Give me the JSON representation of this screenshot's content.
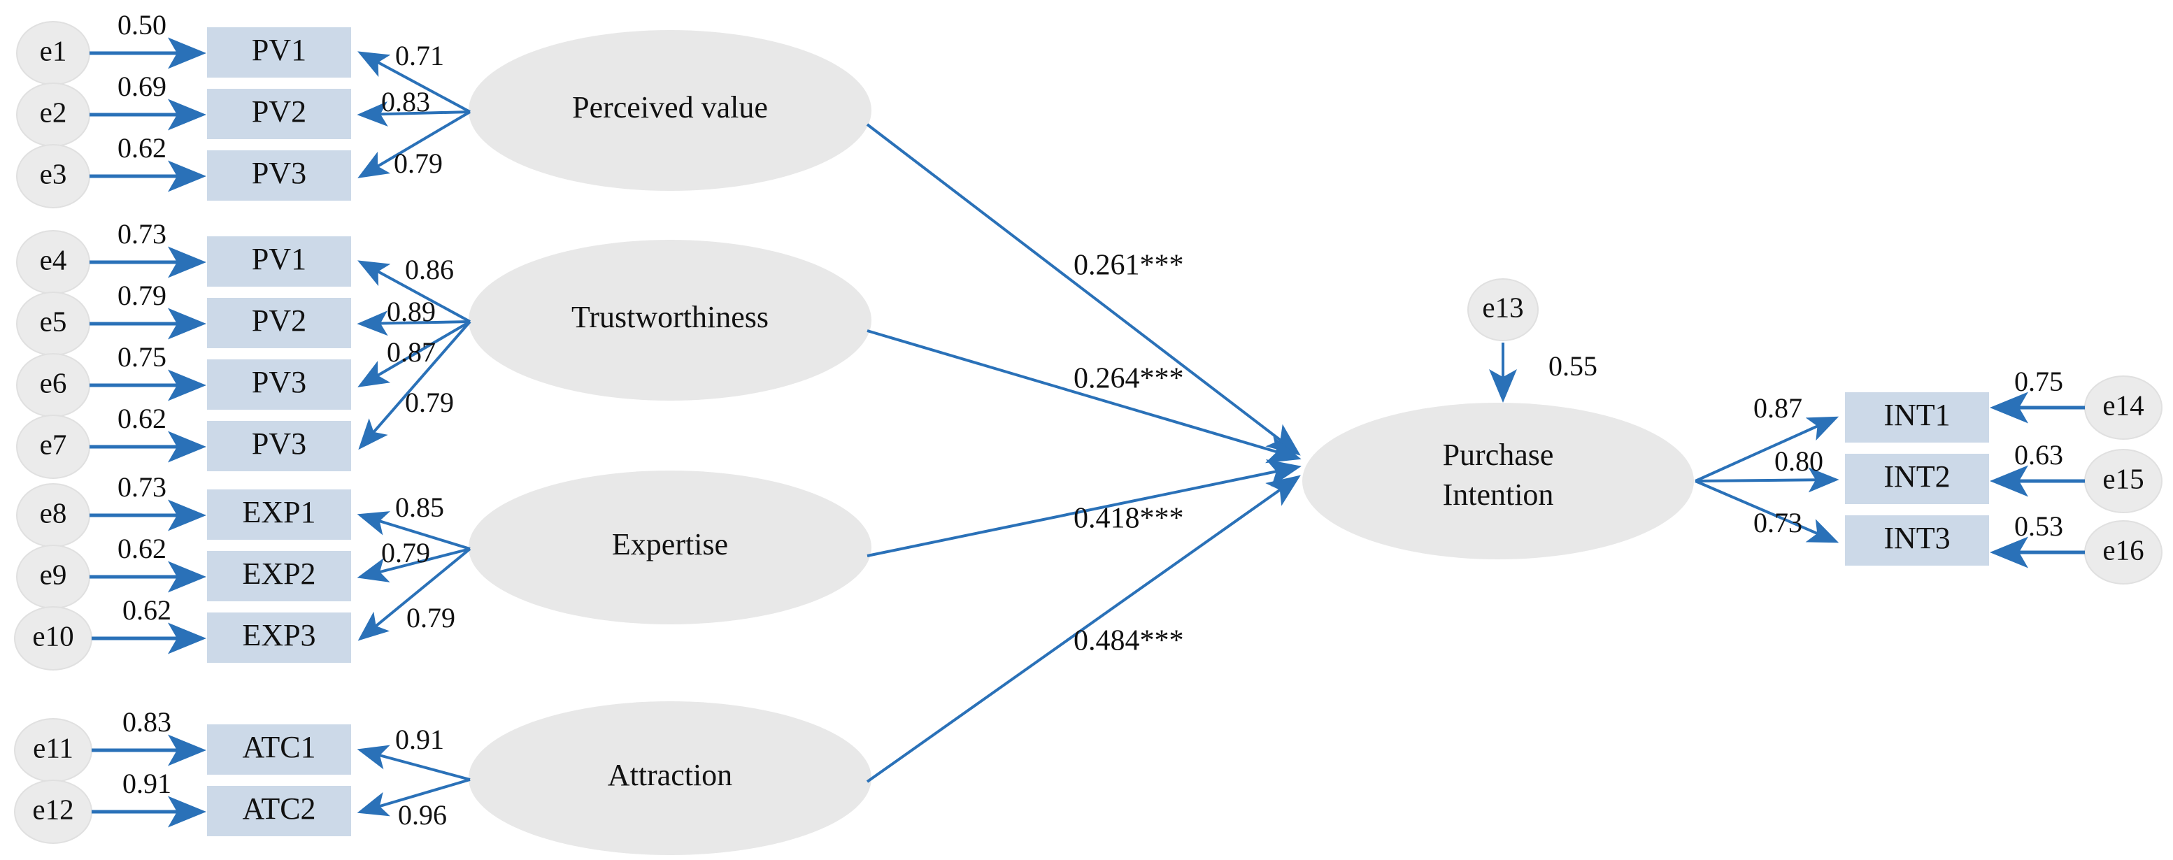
{
  "diagram": {
    "title": "Structural Equation Model - Purchase Intention",
    "colors": {
      "arrow": "#2a71b8",
      "indicator_box": "#ccd9e8",
      "latent_ellipse": "#e8e8e8",
      "error_circle": "#ebebeb",
      "text": "#111111",
      "background": "#ffffff"
    }
  },
  "errors": {
    "e1": "e1",
    "e2": "e2",
    "e3": "e3",
    "e4": "e4",
    "e5": "e5",
    "e6": "e6",
    "e7": "e7",
    "e8": "e8",
    "e9": "e9",
    "e10": "e10",
    "e11": "e11",
    "e12": "e12",
    "e13": "e13",
    "e14": "e14",
    "e15": "e15",
    "e16": "e16"
  },
  "indicators": {
    "pv1a": "PV1",
    "pv2a": "PV2",
    "pv3a": "PV3",
    "pv1b": "PV1",
    "pv2b": "PV2",
    "pv3b": "PV3",
    "pv3c": "PV3",
    "exp1": "EXP1",
    "exp2": "EXP2",
    "exp3": "EXP3",
    "atc1": "ATC1",
    "atc2": "ATC2",
    "int1": "INT1",
    "int2": "INT2",
    "int3": "INT3"
  },
  "latents": {
    "perceived_value": "Perceived value",
    "trustworthiness": "Trustworthiness",
    "expertise": "Expertise",
    "attraction": "Attraction",
    "purchase_intention_line1": "Purchase",
    "purchase_intention_line2": "Intention"
  },
  "error_variances": {
    "e1_pv1a": "0.50",
    "e2_pv2a": "0.69",
    "e3_pv3a": "0.62",
    "e4_pv1b": "0.73",
    "e5_pv2b": "0.79",
    "e6_pv3b": "0.75",
    "e7_pv3c": "0.62",
    "e8_exp1": "0.73",
    "e9_exp2": "0.62",
    "e10_exp3": "0.62",
    "e11_atc1": "0.83",
    "e12_atc2": "0.91",
    "e13_purchase_intention": "0.55",
    "e14_int1": "0.75",
    "e15_int2": "0.63",
    "e16_int3": "0.53"
  },
  "loadings": {
    "pv_pv1": "0.71",
    "pv_pv2": "0.83",
    "pv_pv3": "0.79",
    "tw_pv1": "0.86",
    "tw_pv2": "0.89",
    "tw_pv3": "0.87",
    "tw_pv3c": "0.79",
    "exp_exp1": "0.85",
    "exp_exp2": "0.79",
    "exp_exp3": "0.79",
    "atc_atc1": "0.91",
    "atc_atc2": "0.96",
    "pi_int1": "0.87",
    "pi_int2": "0.80",
    "pi_int3": "0.73"
  },
  "path_coefficients": {
    "perceived_value_to_pi": "0.261***",
    "trustworthiness_to_pi": "0.264***",
    "expertise_to_pi": "0.418***",
    "attraction_to_pi": "0.484***"
  },
  "chart_data": {
    "type": "diagram",
    "model": "SEM path diagram",
    "measurement_model": [
      {
        "latent": "Perceived value",
        "indicator": "PV1",
        "loading": 0.71,
        "error_term": "e1",
        "error_variance": 0.5
      },
      {
        "latent": "Perceived value",
        "indicator": "PV2",
        "loading": 0.83,
        "error_term": "e2",
        "error_variance": 0.69
      },
      {
        "latent": "Perceived value",
        "indicator": "PV3",
        "loading": 0.79,
        "error_term": "e3",
        "error_variance": 0.62
      },
      {
        "latent": "Trustworthiness",
        "indicator": "PV1",
        "loading": 0.86,
        "error_term": "e4",
        "error_variance": 0.73
      },
      {
        "latent": "Trustworthiness",
        "indicator": "PV2",
        "loading": 0.89,
        "error_term": "e5",
        "error_variance": 0.79
      },
      {
        "latent": "Trustworthiness",
        "indicator": "PV3",
        "loading": 0.87,
        "error_term": "e6",
        "error_variance": 0.75
      },
      {
        "latent": "Trustworthiness",
        "indicator": "PV3",
        "loading": 0.79,
        "error_term": "e7",
        "error_variance": 0.62
      },
      {
        "latent": "Expertise",
        "indicator": "EXP1",
        "loading": 0.85,
        "error_term": "e8",
        "error_variance": 0.73
      },
      {
        "latent": "Expertise",
        "indicator": "EXP2",
        "loading": 0.79,
        "error_term": "e9",
        "error_variance": 0.62
      },
      {
        "latent": "Expertise",
        "indicator": "EXP3",
        "loading": 0.79,
        "error_term": "e10",
        "error_variance": 0.62
      },
      {
        "latent": "Attraction",
        "indicator": "ATC1",
        "loading": 0.91,
        "error_term": "e11",
        "error_variance": 0.83
      },
      {
        "latent": "Attraction",
        "indicator": "ATC2",
        "loading": 0.96,
        "error_term": "e12",
        "error_variance": 0.91
      },
      {
        "latent": "Purchase Intention",
        "indicator": "INT1",
        "loading": 0.87,
        "error_term": "e14",
        "error_variance": 0.75
      },
      {
        "latent": "Purchase Intention",
        "indicator": "INT2",
        "loading": 0.8,
        "error_term": "e15",
        "error_variance": 0.63
      },
      {
        "latent": "Purchase Intention",
        "indicator": "INT3",
        "loading": 0.73,
        "error_term": "e16",
        "error_variance": 0.53
      }
    ],
    "structural_model": [
      {
        "from": "Perceived value",
        "to": "Purchase Intention",
        "estimate": 0.261,
        "label": "0.261***",
        "significance": "***"
      },
      {
        "from": "Trustworthiness",
        "to": "Purchase Intention",
        "estimate": 0.264,
        "label": "0.264***",
        "significance": "***"
      },
      {
        "from": "Expertise",
        "to": "Purchase Intention",
        "estimate": 0.418,
        "label": "0.418***",
        "significance": "***"
      },
      {
        "from": "Attraction",
        "to": "Purchase Intention",
        "estimate": 0.484,
        "label": "0.484***",
        "significance": "***"
      }
    ],
    "disturbance": {
      "term": "e13",
      "target": "Purchase Intention",
      "value": 0.55
    }
  }
}
